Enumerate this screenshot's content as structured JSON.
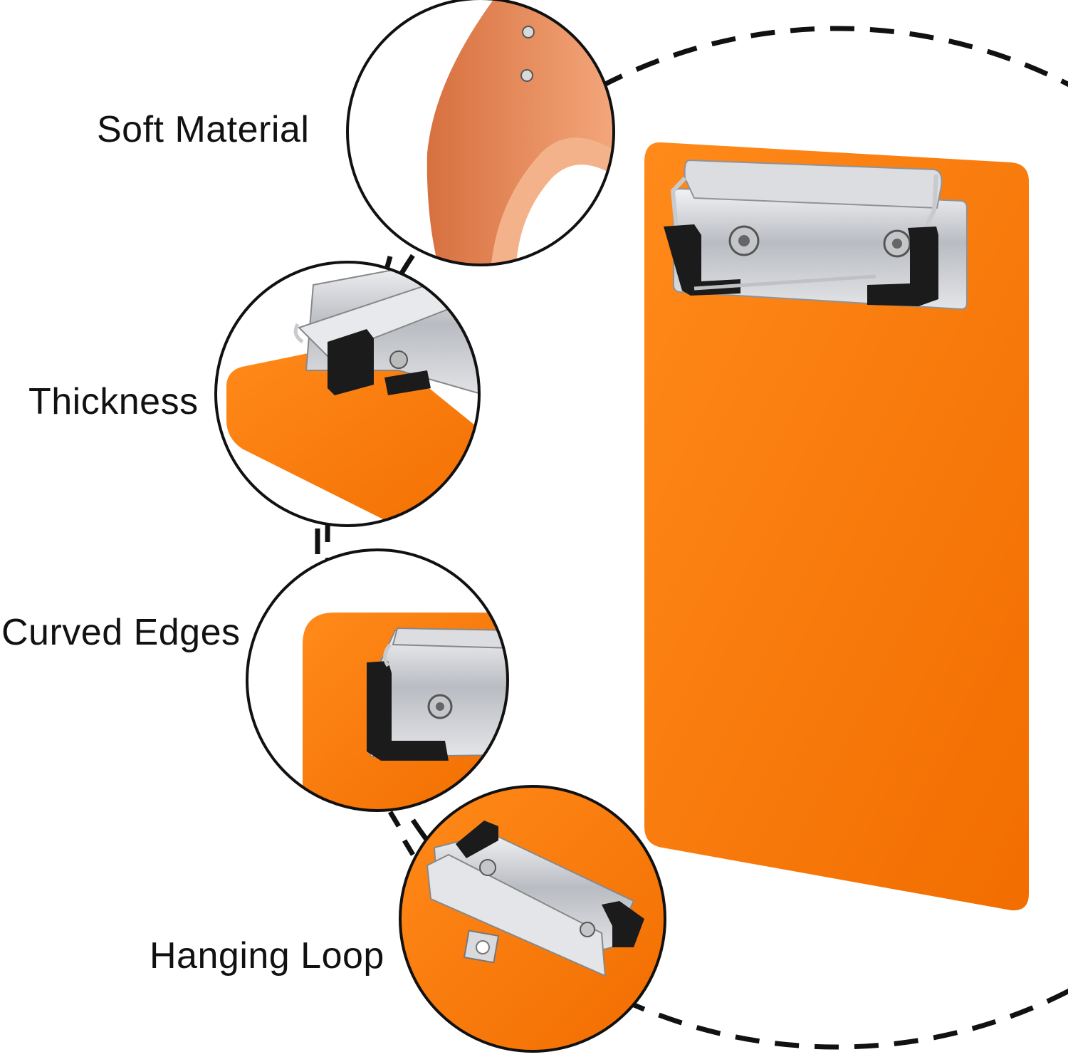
{
  "features": {
    "soft_material": "Soft Material",
    "thickness": "Thickness",
    "curved_edges": "Curved Edges",
    "hanging_loop": "Hanging Loop"
  },
  "colors": {
    "board_orange": "#ff7f0e",
    "board_orange_dark": "#f06a00",
    "soft_orange": "#e8874f",
    "clip_silver": "#c9cbd0",
    "clip_black": "#1b1b1b",
    "outline": "#111111"
  }
}
